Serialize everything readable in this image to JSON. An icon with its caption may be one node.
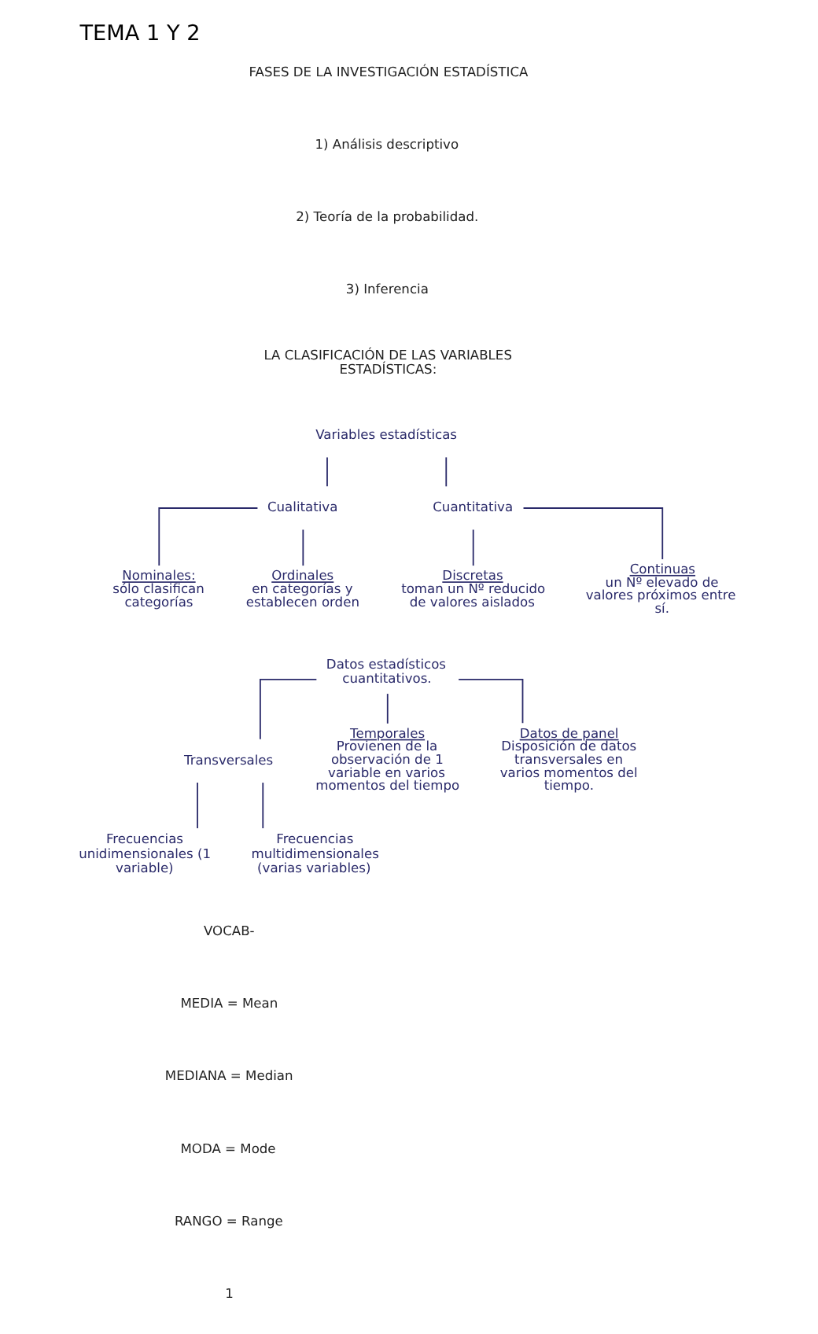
{
  "diagram": {
    "title": "TEMA 1 Y 2",
    "nodes": [
      {
        "text": [
          "Variables estadísticas"
        ]
      },
      {
        "text": [
          "Cualitativa"
        ]
      },
      {
        "text": [
          "Cuantitativa"
        ]
      },
      {
        "text": [
          "Nominales:",
          "sólo clasifican categorías"
        ]
      },
      {
        "text": [
          "Ordinales",
          "en categorías y establecen orden"
        ]
      },
      {
        "text": [
          "Discretas",
          "toman un Nº reducido de valores aislados"
        ]
      },
      {
        "text": [
          "Continuas",
          "un Nº elevado de valores próximos entre sí."
        ]
      },
      {
        "text": [
          "Datos estadísticos cuantitativos."
        ]
      },
      {
        "text": [
          "Transversales"
        ]
      },
      {
        "text": [
          "Temporales",
          "Provienen de la observación de 1 variable en varios momentos del tiempo"
        ]
      },
      {
        "text": [
          "Datos de panel",
          "Disposición de datos transversales en varios momentos del tiempo."
        ]
      },
      {
        "text": [
          "Frecuencias unidimensionales (1 variable)"
        ]
      },
      {
        "text": [
          "Frecuencias multidimensionales (varias variables)"
        ]
      }
    ],
    "edges": [
      {
        "from": 0,
        "to": 1,
        "arrow": "none"
      },
      {
        "from": 0,
        "to": 2,
        "arrow": "none"
      },
      {
        "from": 1,
        "to": 3,
        "arrow": "none"
      },
      {
        "from": 1,
        "to": 4,
        "arrow": "none"
      },
      {
        "from": 2,
        "to": 5,
        "arrow": "none"
      },
      {
        "from": 2,
        "to": 6,
        "arrow": "none"
      },
      {
        "from": 7,
        "to": 8,
        "arrow": "none"
      },
      {
        "from": 7,
        "to": 9,
        "arrow": "none"
      },
      {
        "from": 7,
        "to": 10,
        "arrow": "none"
      },
      {
        "from": 8,
        "to": 11,
        "arrow": "none"
      },
      {
        "from": 8,
        "to": 12,
        "arrow": "none"
      }
    ],
    "labels": [
      "FASES DE LA INVESTIGACIÓN ESTADÍSTICA",
      "1) Análisis descriptivo",
      "2) Teoría de la probabilidad.",
      "3) Inferencia",
      "LA CLASIFICACIÓN DE LAS VARIABLES ESTADÍSTICAS:",
      "VOCAB-",
      "MEDIA = Mean",
      "MEDIANA = Median",
      "MODA = Mode",
      "RANGO = Range",
      "1"
    ]
  }
}
